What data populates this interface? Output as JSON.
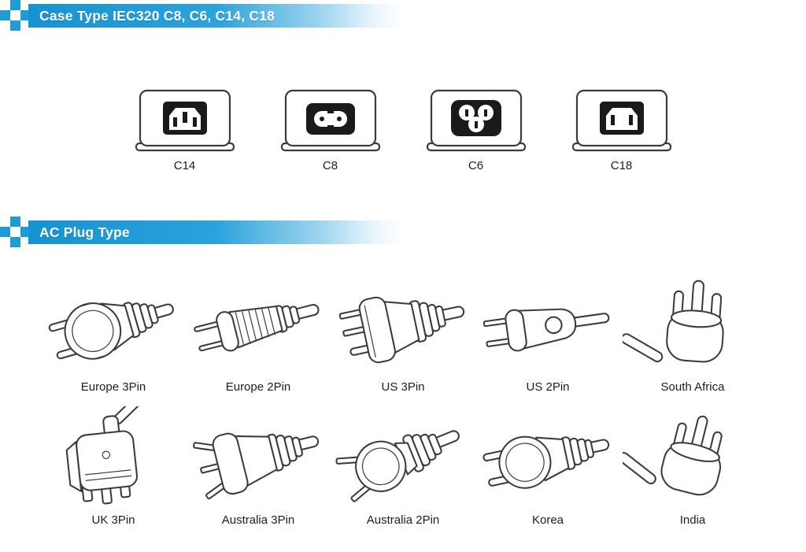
{
  "theme": {
    "banner_blue": "#1e9cd7",
    "banner_text_color": "#ffffff",
    "line_color": "#3b3b3b",
    "label_color": "#1d1d1d"
  },
  "sections": {
    "case_type": {
      "title": "Case Type IEC320 C8, C6, C14, C18"
    },
    "plug_type": {
      "title": "AC Plug Type"
    }
  },
  "connectors": [
    {
      "label": "C14"
    },
    {
      "label": "C8"
    },
    {
      "label": "C6"
    },
    {
      "label": "C18"
    }
  ],
  "plugs": {
    "row1": [
      {
        "label": "Europe 3Pin"
      },
      {
        "label": "Europe 2Pin"
      },
      {
        "label": "US 3Pin"
      },
      {
        "label": "US 2Pin"
      },
      {
        "label": "South Africa"
      }
    ],
    "row2": [
      {
        "label": "UK 3Pin"
      },
      {
        "label": "Australia 3Pin"
      },
      {
        "label": "Australia 2Pin"
      },
      {
        "label": "Korea"
      },
      {
        "label": "India"
      }
    ]
  }
}
